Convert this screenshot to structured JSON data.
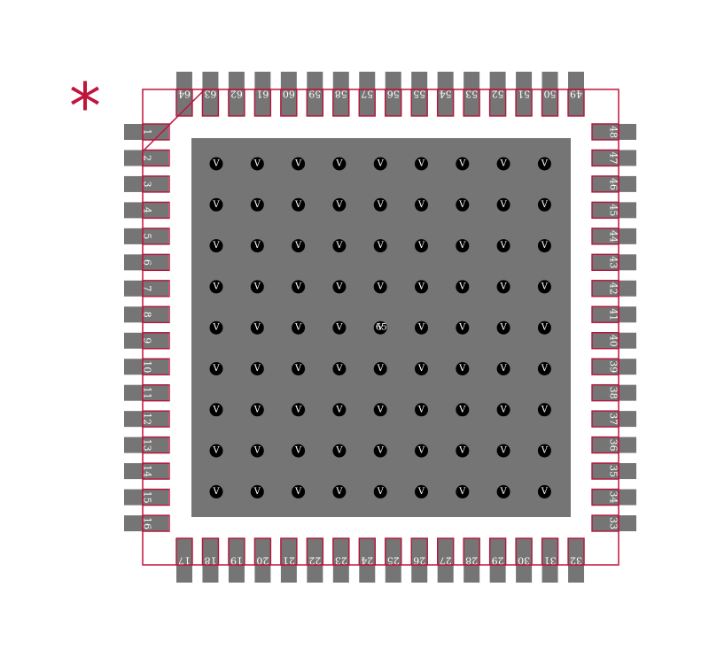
{
  "footprint": {
    "package": "64-pin QFN",
    "pin1_marker": "*",
    "pins": {
      "left": [
        "1",
        "2",
        "3",
        "4",
        "5",
        "6",
        "7",
        "8",
        "9",
        "10",
        "11",
        "12",
        "13",
        "14",
        "15",
        "16"
      ],
      "bottom": [
        "17",
        "18",
        "19",
        "20",
        "21",
        "22",
        "23",
        "24",
        "25",
        "26",
        "27",
        "28",
        "29",
        "30",
        "31",
        "32"
      ],
      "right": [
        "33",
        "34",
        "35",
        "36",
        "37",
        "38",
        "39",
        "40",
        "41",
        "42",
        "43",
        "44",
        "45",
        "46",
        "47",
        "48"
      ],
      "top": [
        "49",
        "50",
        "51",
        "52",
        "53",
        "54",
        "55",
        "56",
        "57",
        "58",
        "59",
        "60",
        "61",
        "62",
        "63",
        "64"
      ]
    },
    "thermal_pad": {
      "label": "65",
      "via_label": "V",
      "via_rows": 9,
      "via_cols": 9
    },
    "colors": {
      "pad": "#757575",
      "pad_outline": "#b4143c",
      "outline": "#c0143c",
      "via": "#000000",
      "text": "#ffffff"
    }
  }
}
